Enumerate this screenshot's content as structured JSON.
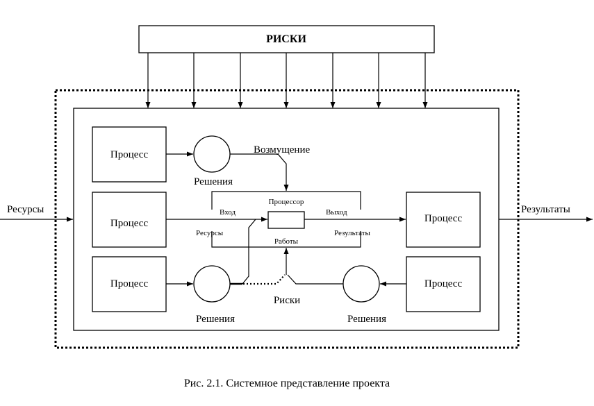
{
  "risks_title": "РИСКИ",
  "process_label": "Процесс",
  "decisions_label": "Решения",
  "disturbance_label": "Возмущение",
  "risks_label": "Риски",
  "resources_label": "Ресурсы",
  "results_label": "Результаты",
  "processor": {
    "title": "Процессор",
    "input": "Вход",
    "output": "Выход",
    "resources": "Ресурсы",
    "results": "Результаты",
    "works": "Работы"
  },
  "caption": "Рис. 2.1. Системное представление проекта"
}
